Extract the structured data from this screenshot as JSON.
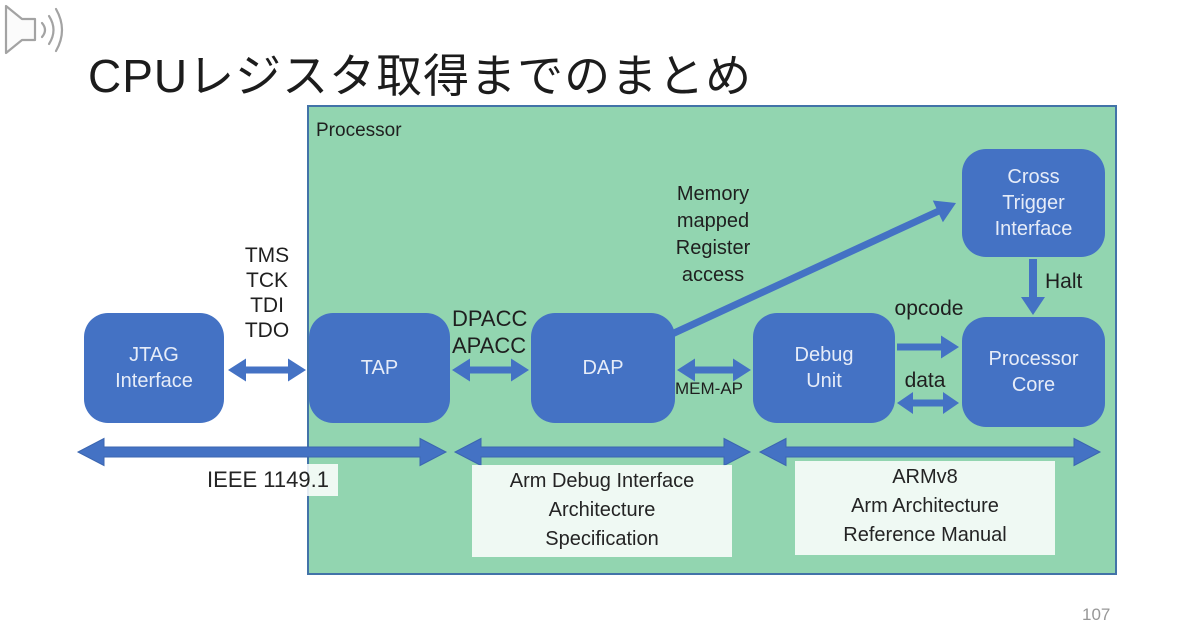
{
  "slide": {
    "title": "CPUレジスタ取得までのまとめ",
    "page_number": "107"
  },
  "diagram": {
    "container_label": "Processor",
    "boxes": {
      "jtag": {
        "label": "JTAG\nInterface"
      },
      "tap": {
        "label": "TAP"
      },
      "dap": {
        "label": "DAP"
      },
      "debug_unit": {
        "label": "Debug\nUnit"
      },
      "processor_core": {
        "label": "Processor\nCore"
      },
      "cross_trigger": {
        "label": "Cross\nTrigger\nInterface"
      }
    },
    "edge_labels": {
      "jtag_signals": "TMS\nTCK\nTDI\nTDO",
      "dpacc_apacc": "DPACC\nAPACC",
      "mem_ap": "MEM-AP",
      "memory_mapped": "Memory\nmapped\nRegister\naccess",
      "opcode": "opcode",
      "data": "data",
      "halt": "Halt"
    },
    "spec_labels": {
      "ieee": "IEEE 1149.1",
      "adi": "Arm Debug Interface\nArchitecture\nSpecification",
      "armv8": "ARMv8\nArm Architecture\nReference Manual"
    }
  },
  "icons": {
    "speaker": "audio-speaker-icon"
  },
  "colors": {
    "box_blue": "#4472C4",
    "arrow_blue": "#4472C4",
    "arrow_outline": "#3B66B0",
    "green_fill": "#92D5B0",
    "green_border": "#4273A8",
    "box_text": "#E6ECF8",
    "label_text": "#1F1F1F",
    "spec_label_bg": "rgba(255,255,255,0.85)",
    "page_number_grey": "#979797"
  }
}
